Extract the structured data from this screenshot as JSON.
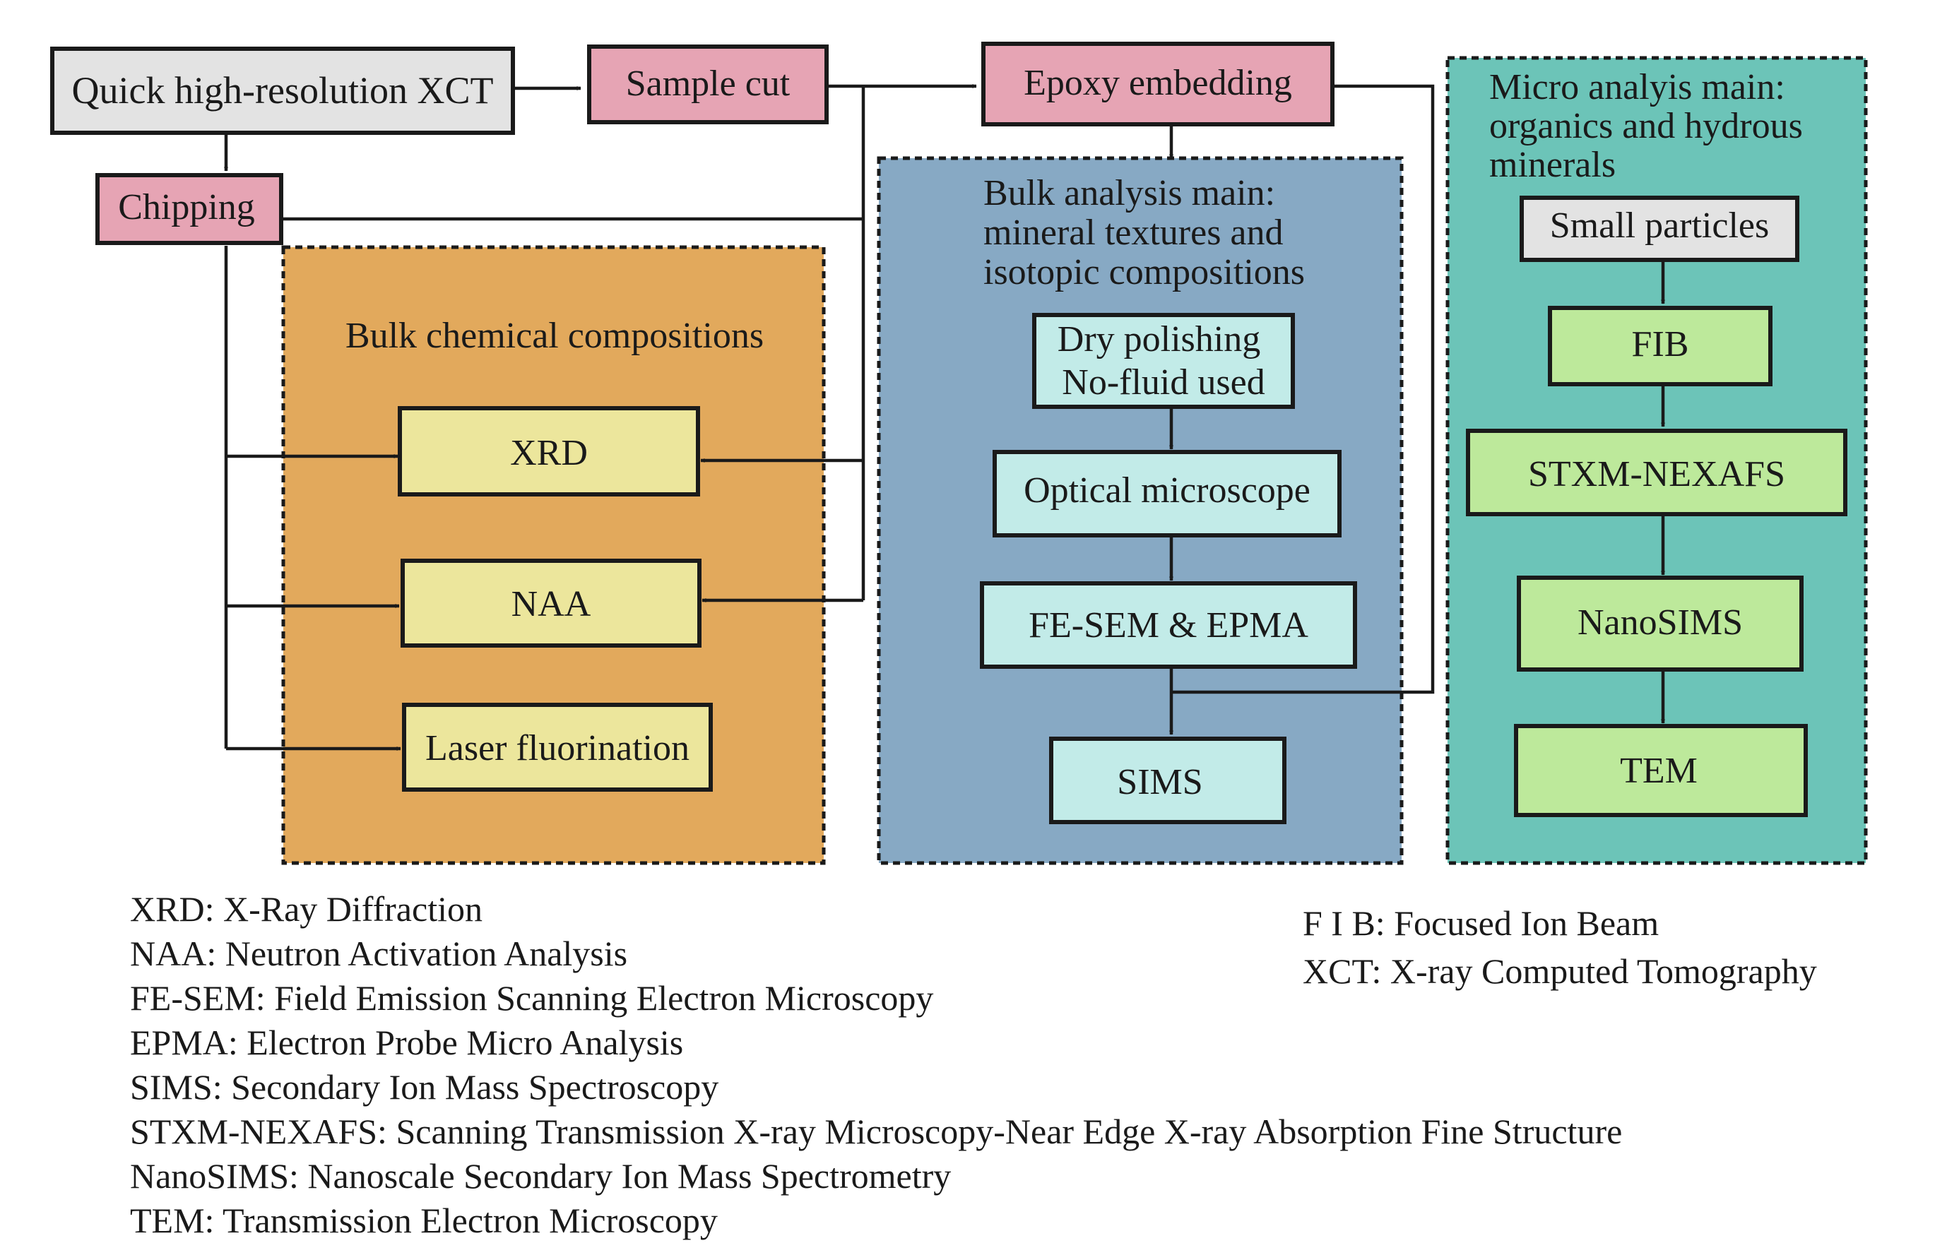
{
  "colors": {
    "pink": "#e6a4b4",
    "gray": "#e3e3e3",
    "yellow": "#ece69c",
    "cyan": "#c2ebe8",
    "green": "#bde99b",
    "orange_panel": "#e2a95c",
    "blue_panel": "#87a9c4",
    "teal_panel": "#6cc4b8",
    "line": "#1a1a1a"
  },
  "nodes": {
    "xct": "Quick high-resolution XCT",
    "sample_cut": "Sample cut",
    "epoxy": "Epoxy embedding",
    "chipping": "Chipping",
    "xrd": "XRD",
    "naa": "NAA",
    "laser": "Laser fluorination",
    "dry_polishing_1": "Dry polishing",
    "dry_polishing_2": "No-fluid used",
    "optical": "Optical microscope",
    "fesem": "FE-SEM & EPMA",
    "sims": "SIMS",
    "small_particles": "Small particles",
    "fib": "FIB",
    "stxm": "STXM-NEXAFS",
    "nanosims": "NanoSIMS",
    "tem": "TEM"
  },
  "panels": {
    "bulk_chem": [
      "Bulk chemical compositions"
    ],
    "bulk_main": [
      "Bulk analysis main:",
      "mineral textures and",
      "isotopic compositions"
    ],
    "micro_main": [
      "Micro analyis main:",
      "organics and hydrous",
      "minerals"
    ]
  },
  "legend_left": [
    "XRD: X-Ray Diffraction",
    "NAA: Neutron Activation Analysis",
    "FE-SEM: Field Emission Scanning Electron Microscopy",
    "EPMA: Electron Probe Micro Analysis",
    "SIMS: Secondary Ion Mass Spectroscopy",
    "STXM-NEXAFS: Scanning Transmission X-ray Microscopy-Near Edge X-ray Absorption Fine Structure",
    "NanoSIMS: Nanoscale Secondary Ion Mass Spectrometry",
    "TEM: Transmission Electron Microscopy"
  ],
  "legend_right": [
    "F I B: Focused Ion Beam",
    "XCT: X-ray Computed Tomography"
  ]
}
